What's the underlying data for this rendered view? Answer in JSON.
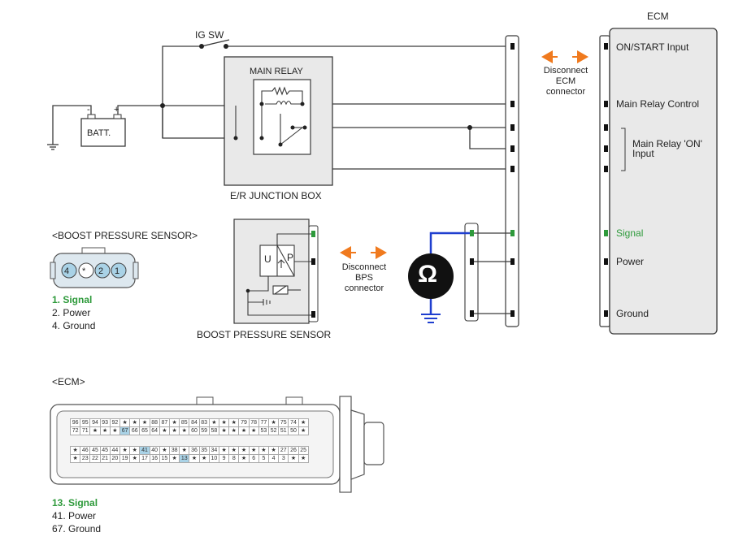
{
  "colors": {
    "wire": "#3a3a3a",
    "signal_wire": "#1f3fcf",
    "arrow": "#f07a1e",
    "signal_text": "#2e9a3b",
    "highlight": "#a9d2e6",
    "box_fill": "#e9e9e9"
  },
  "top_circuit": {
    "ig_sw": "IG SW",
    "batt": "BATT.",
    "batt_minus": "-",
    "batt_plus": "+",
    "main_relay": "MAIN RELAY",
    "junction_box": "E/R JUNCTION BOX",
    "disconnect_ecm": [
      "Disconnect",
      "ECM",
      "connector"
    ]
  },
  "ecm_block": {
    "title": "ECM",
    "on_start": "ON/START Input",
    "main_relay_control": "Main Relay Control",
    "main_relay_on": [
      "Main Relay 'ON'",
      "Input"
    ],
    "signal": "Signal",
    "power": "Power",
    "ground": "Ground"
  },
  "bps": {
    "heading": "<BOOST PRESSURE SENSOR>",
    "connector_pins": [
      "4",
      "*",
      "2",
      "1"
    ],
    "pins": [
      "1. Signal",
      "2. Power",
      "4. Ground"
    ],
    "caption": "BOOST PRESSURE SENSOR",
    "sym_u": "U",
    "sym_p": "P",
    "disconnect": [
      "Disconnect",
      "BPS",
      "connector"
    ],
    "ohm": "Ω"
  },
  "ecm_connector": {
    "heading": "<ECM>",
    "row1": [
      "96",
      "95",
      "94",
      "93",
      "92",
      "★",
      "★",
      "★",
      "88",
      "87",
      "★",
      "85",
      "84",
      "83",
      "★",
      "★",
      "★",
      "79",
      "78",
      "77",
      "★",
      "75",
      "74",
      "★"
    ],
    "row2": [
      "72",
      "71",
      "★",
      "★",
      "★",
      "67",
      "66",
      "65",
      "64",
      "★",
      "★",
      "★",
      "60",
      "59",
      "58",
      "★",
      "★",
      "★",
      "★",
      "53",
      "52",
      "51",
      "50",
      "★"
    ],
    "row3": [
      "★",
      "46",
      "45",
      "45",
      "44",
      "★",
      "★",
      "41",
      "40",
      "★",
      "38",
      "★",
      "36",
      "35",
      "34",
      "★",
      "★",
      "★",
      "★",
      "★",
      "★",
      "27",
      "26",
      "25"
    ],
    "row4": [
      "★",
      "23",
      "22",
      "21",
      "20",
      "19",
      "★",
      "17",
      "16",
      "15",
      "★",
      "13",
      "★",
      "★",
      "10",
      "9",
      "8",
      "★",
      "6",
      "5",
      "4",
      "3",
      "★",
      "★"
    ],
    "pins": [
      "13. Signal",
      "41. Power",
      "67. Ground"
    ]
  }
}
